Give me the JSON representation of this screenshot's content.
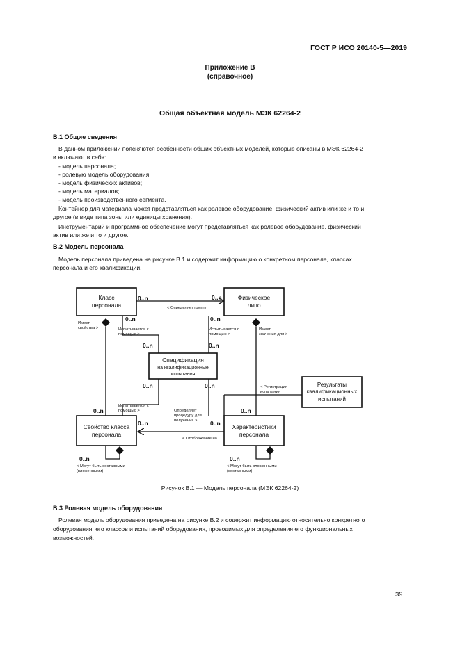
{
  "header": {
    "doc_id": "ГОСТ Р ИСО 20140-5—2019"
  },
  "annex": {
    "title": "Приложение В",
    "subtitle": "(справочное)"
  },
  "main_title": "Общая объектная модель МЭК 62264-2",
  "section_b1": {
    "heading": "В.1  Общие сведения",
    "intro": "В данном приложении поясняются особенности общих объектных моделей, которые описаны в МЭК 62264-2",
    "intro_cont": "и включают в себя:",
    "items": [
      "- модель персонала;",
      "- ролевую модель оборудования;",
      "- модель физических активов;",
      "- модель материалов;",
      "- модель производственного сегмента."
    ],
    "para2_l1": "Контейнер для материала может представляться как ролевое оборудование, физический актив или же и то и",
    "para2_l2": "другое (в виде типа зоны или единицы хранения).",
    "para3_l1": "Инструментарий и программное обеспечение могут представляться как ролевое оборудование, физический",
    "para3_l2": "актив или же и то и другое."
  },
  "section_b2": {
    "heading": "В.2  Модель персонала",
    "para_l1": "Модель персонала приведена на рисунке В.1 и содержит информацию о конкретном персонале, классах",
    "para_l2": "персонала и его квалификации."
  },
  "diagram": {
    "boxes": {
      "personnel_class_l1": "Класс",
      "personnel_class_l2": "персонала",
      "person_l1": "Физическое",
      "person_l2": "лицо",
      "qual_spec_l1": "Спецификация",
      "qual_spec_l2": "на квалификационные",
      "qual_spec_l3": "испытания",
      "qual_results_l1": "Результаты",
      "qual_results_l2": "квалификационных",
      "qual_results_l3": "испытаний",
      "class_props_l1": "Свойство класса",
      "class_props_l2": "персонала",
      "person_props_l1": "Характеристики",
      "person_props_l2": "персонала"
    },
    "labels": {
      "defines_group": "< Определяет группу",
      "has_props_l1": "Имеет",
      "has_props_l2": "свойства >",
      "tested_by_1_l1": "Испытывается с",
      "tested_by_1_l2": "помощью >",
      "tested_by_2_l1": "Испытывается с",
      "tested_by_2_l2": "помощью >",
      "has_values_l1": "Имеет",
      "has_values_l2": "значения для >",
      "tested_by_3_l1": "Испытывается с",
      "tested_by_3_l2": "помощью >",
      "defines_proc_l1": "Определяет",
      "defines_proc_l2": "процедуру для",
      "defines_proc_l3": "получения >",
      "records_l1": "< Регистрация",
      "records_l2": "испытания",
      "maps_to": "< Отображение на",
      "may_contain_1_l1": "< Могут быть составными",
      "may_contain_1_l2": "(вложенными)",
      "may_contain_2_l1": "< Могут быть вложенными",
      "may_contain_2_l2": "(составными)"
    },
    "mult": "0..n"
  },
  "figure_caption": "Рисунок В.1 — Модель персонала (МЭК 62264-2)",
  "section_b3": {
    "heading": "В.3  Ролевая модель оборудования",
    "para_l1": "Ролевая модель оборудования приведена на рисунке В.2 и содержит информацию относительно конкретного",
    "para_l2": "оборудования, его классов и испытаний оборудования, проводимых для определения его функциональных",
    "para_l3": "возможностей."
  },
  "page_number": "39"
}
